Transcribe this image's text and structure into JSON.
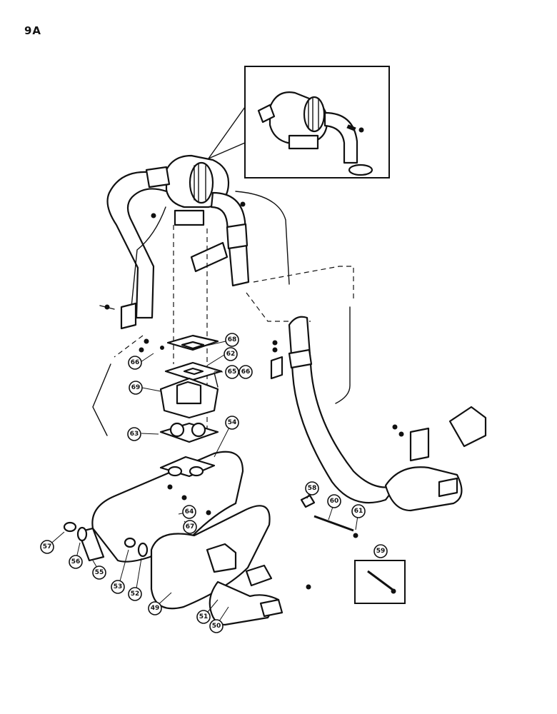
{
  "page": {
    "number": "9A"
  },
  "callouts": [
    {
      "label": "68"
    },
    {
      "label": "62"
    },
    {
      "label": "66"
    },
    {
      "label": "65"
    },
    {
      "label": "66"
    },
    {
      "label": "69"
    },
    {
      "label": "54"
    },
    {
      "label": "63"
    },
    {
      "label": "58"
    },
    {
      "label": "60"
    },
    {
      "label": "61"
    },
    {
      "label": "64"
    },
    {
      "label": "67"
    },
    {
      "label": "57"
    },
    {
      "label": "56"
    },
    {
      "label": "55"
    },
    {
      "label": "53"
    },
    {
      "label": "52"
    },
    {
      "label": "49"
    },
    {
      "label": "51"
    },
    {
      "label": "50"
    },
    {
      "label": "59"
    }
  ]
}
